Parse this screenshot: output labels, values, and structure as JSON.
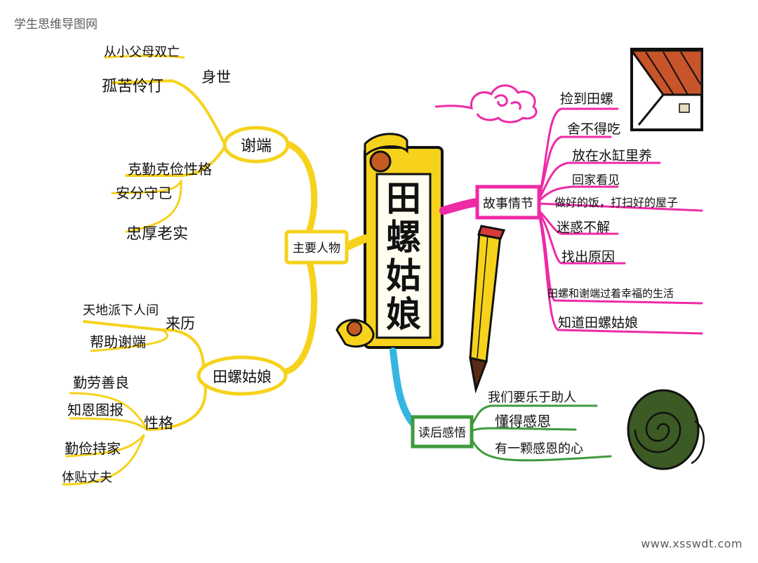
{
  "watermark_top": "学生思维导图网",
  "watermark_bottom": "www.xsswdt.com",
  "title_chars": [
    "田",
    "螺",
    "姑",
    "娘"
  ],
  "main_characters": {
    "label": "主要人物",
    "xieduan": {
      "label": "谢端",
      "background": {
        "label": "身世",
        "items": [
          "从小父母双亡",
          "孤苦伶仃"
        ]
      },
      "personality": {
        "label": "克勤克俭性格",
        "items": [
          "安分守己",
          "忠厚老实"
        ]
      }
    },
    "tianluo": {
      "label": "田螺姑娘",
      "origin": {
        "label": "来历",
        "items": [
          "天地派下人间",
          "帮助谢端"
        ]
      },
      "personality": {
        "label": "性格",
        "items": [
          "勤劳善良",
          "知恩图报",
          "勤俭持家",
          "体贴丈夫"
        ]
      }
    }
  },
  "story": {
    "label": "故事情节",
    "items": [
      "捡到田螺",
      "舍不得吃",
      "放在水缸里养",
      "回家看见",
      "做好的饭，打扫好的屋子",
      "迷惑不解",
      "找出原因",
      "田螺和谢端过着幸福的生活",
      "知道田螺姑娘"
    ]
  },
  "reflection": {
    "label": "读后感悟",
    "items": [
      "我们要乐于助人",
      "懂得感恩",
      "有一颗感恩的心"
    ]
  },
  "colors": {
    "yellow": "#f6d21c",
    "pink": "#ee2aa6",
    "green": "#3f9a3c",
    "blue": "#35b5e2",
    "ink": "#111111",
    "pencil_tip": "#5a2a14",
    "eraser": "#d63a3a"
  }
}
